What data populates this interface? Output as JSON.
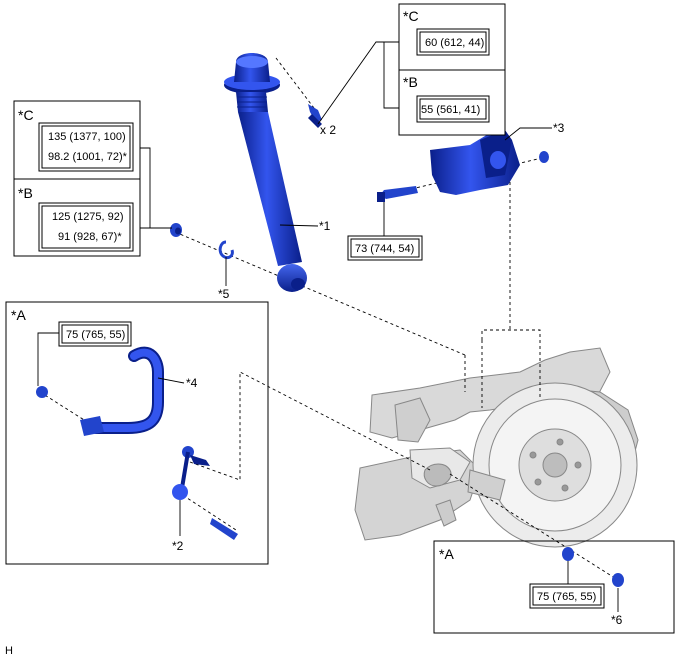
{
  "callouts": {
    "part1": "*1",
    "part2": "*2",
    "part3": "*3",
    "part4": "*4",
    "part5": "*5",
    "part6": "*6",
    "qty": "x 2"
  },
  "panels": {
    "top_right": {
      "c_label": "*C",
      "c_value": "60 (612, 44)",
      "b_label": "*B",
      "b_value": "55 (561, 41)"
    },
    "left": {
      "c_label": "*C",
      "c_value1": "135 (1377, 100)",
      "c_value2": "98.2 (1001, 72)*",
      "b_label": "*B",
      "b_value1": "125 (1275, 92)",
      "b_value2": "91 (928, 67)*"
    },
    "bracket_torque": "73 (744, 54)",
    "stabilizer_box": {
      "label": "*A",
      "torque": "75 (765, 55)"
    },
    "bottom_right": {
      "label": "*A",
      "torque": "75 (765, 55)"
    }
  },
  "footer": {
    "code": "H"
  },
  "colors": {
    "part_blue": "#1133cc",
    "part_blue_dark": "#0a1f8a",
    "part_blue_light": "#4466ee",
    "line": "#000000",
    "knuckle_gray": "#c8c8c8"
  }
}
